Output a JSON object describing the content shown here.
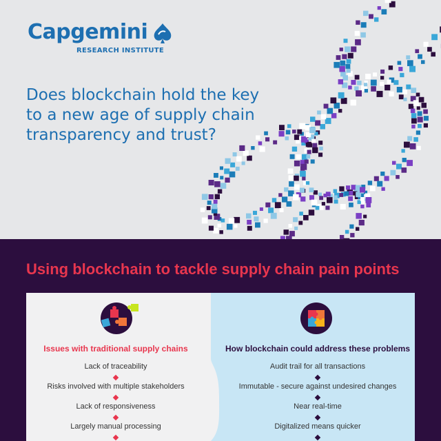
{
  "logo": {
    "name": "Capgemini",
    "subtitle": "RESEARCH INSTITUTE"
  },
  "headline": "Does blockchain hold the key to a new age of supply chain transparency and trust?",
  "section": {
    "title": "Using blockchain to tackle supply chain pain points",
    "left": {
      "heading": "Issues with traditional supply chains",
      "icon": "puzzle-pieces-icon",
      "items": [
        "Lack of traceability",
        "Risks involved with multiple stakeholders",
        "Lack of responsiveness",
        "Largely manual processing"
      ]
    },
    "right": {
      "heading": "How blockchain could address these problems",
      "icon": "solved-puzzle-icon",
      "items": [
        "Audit trail for all transactions",
        "Immutable - secure against undesired changes",
        "Near real-time",
        "Digitalized means quicker"
      ]
    }
  },
  "colors": {
    "brand_blue": "#1d6fb1",
    "accent_red": "#e8364e",
    "dark_purple": "#2c0e3e",
    "light_blue_panel": "#c8e6f5",
    "light_gray_panel": "#f1f1f2"
  }
}
